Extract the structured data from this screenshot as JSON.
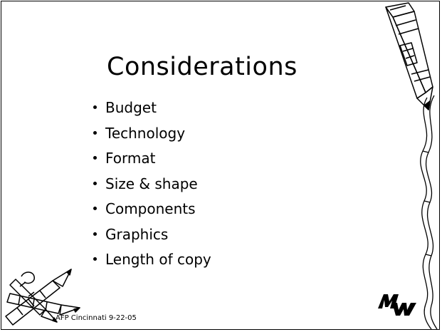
{
  "slide": {
    "title": "Considerations",
    "bullets": [
      "Budget",
      "Technology",
      "Format",
      "Size & shape",
      "Components",
      "Graphics",
      "Length of copy"
    ],
    "footer": "AFP Cincinnati 9-22-05"
  },
  "icons": {
    "top_right": "crayon-icon",
    "bottom_left": "crayons-bundle-icon",
    "right_edge": "ribbon-squiggle-icon",
    "logo": "mw-logo-icon"
  },
  "colors": {
    "text": "#000000",
    "background": "#ffffff"
  }
}
